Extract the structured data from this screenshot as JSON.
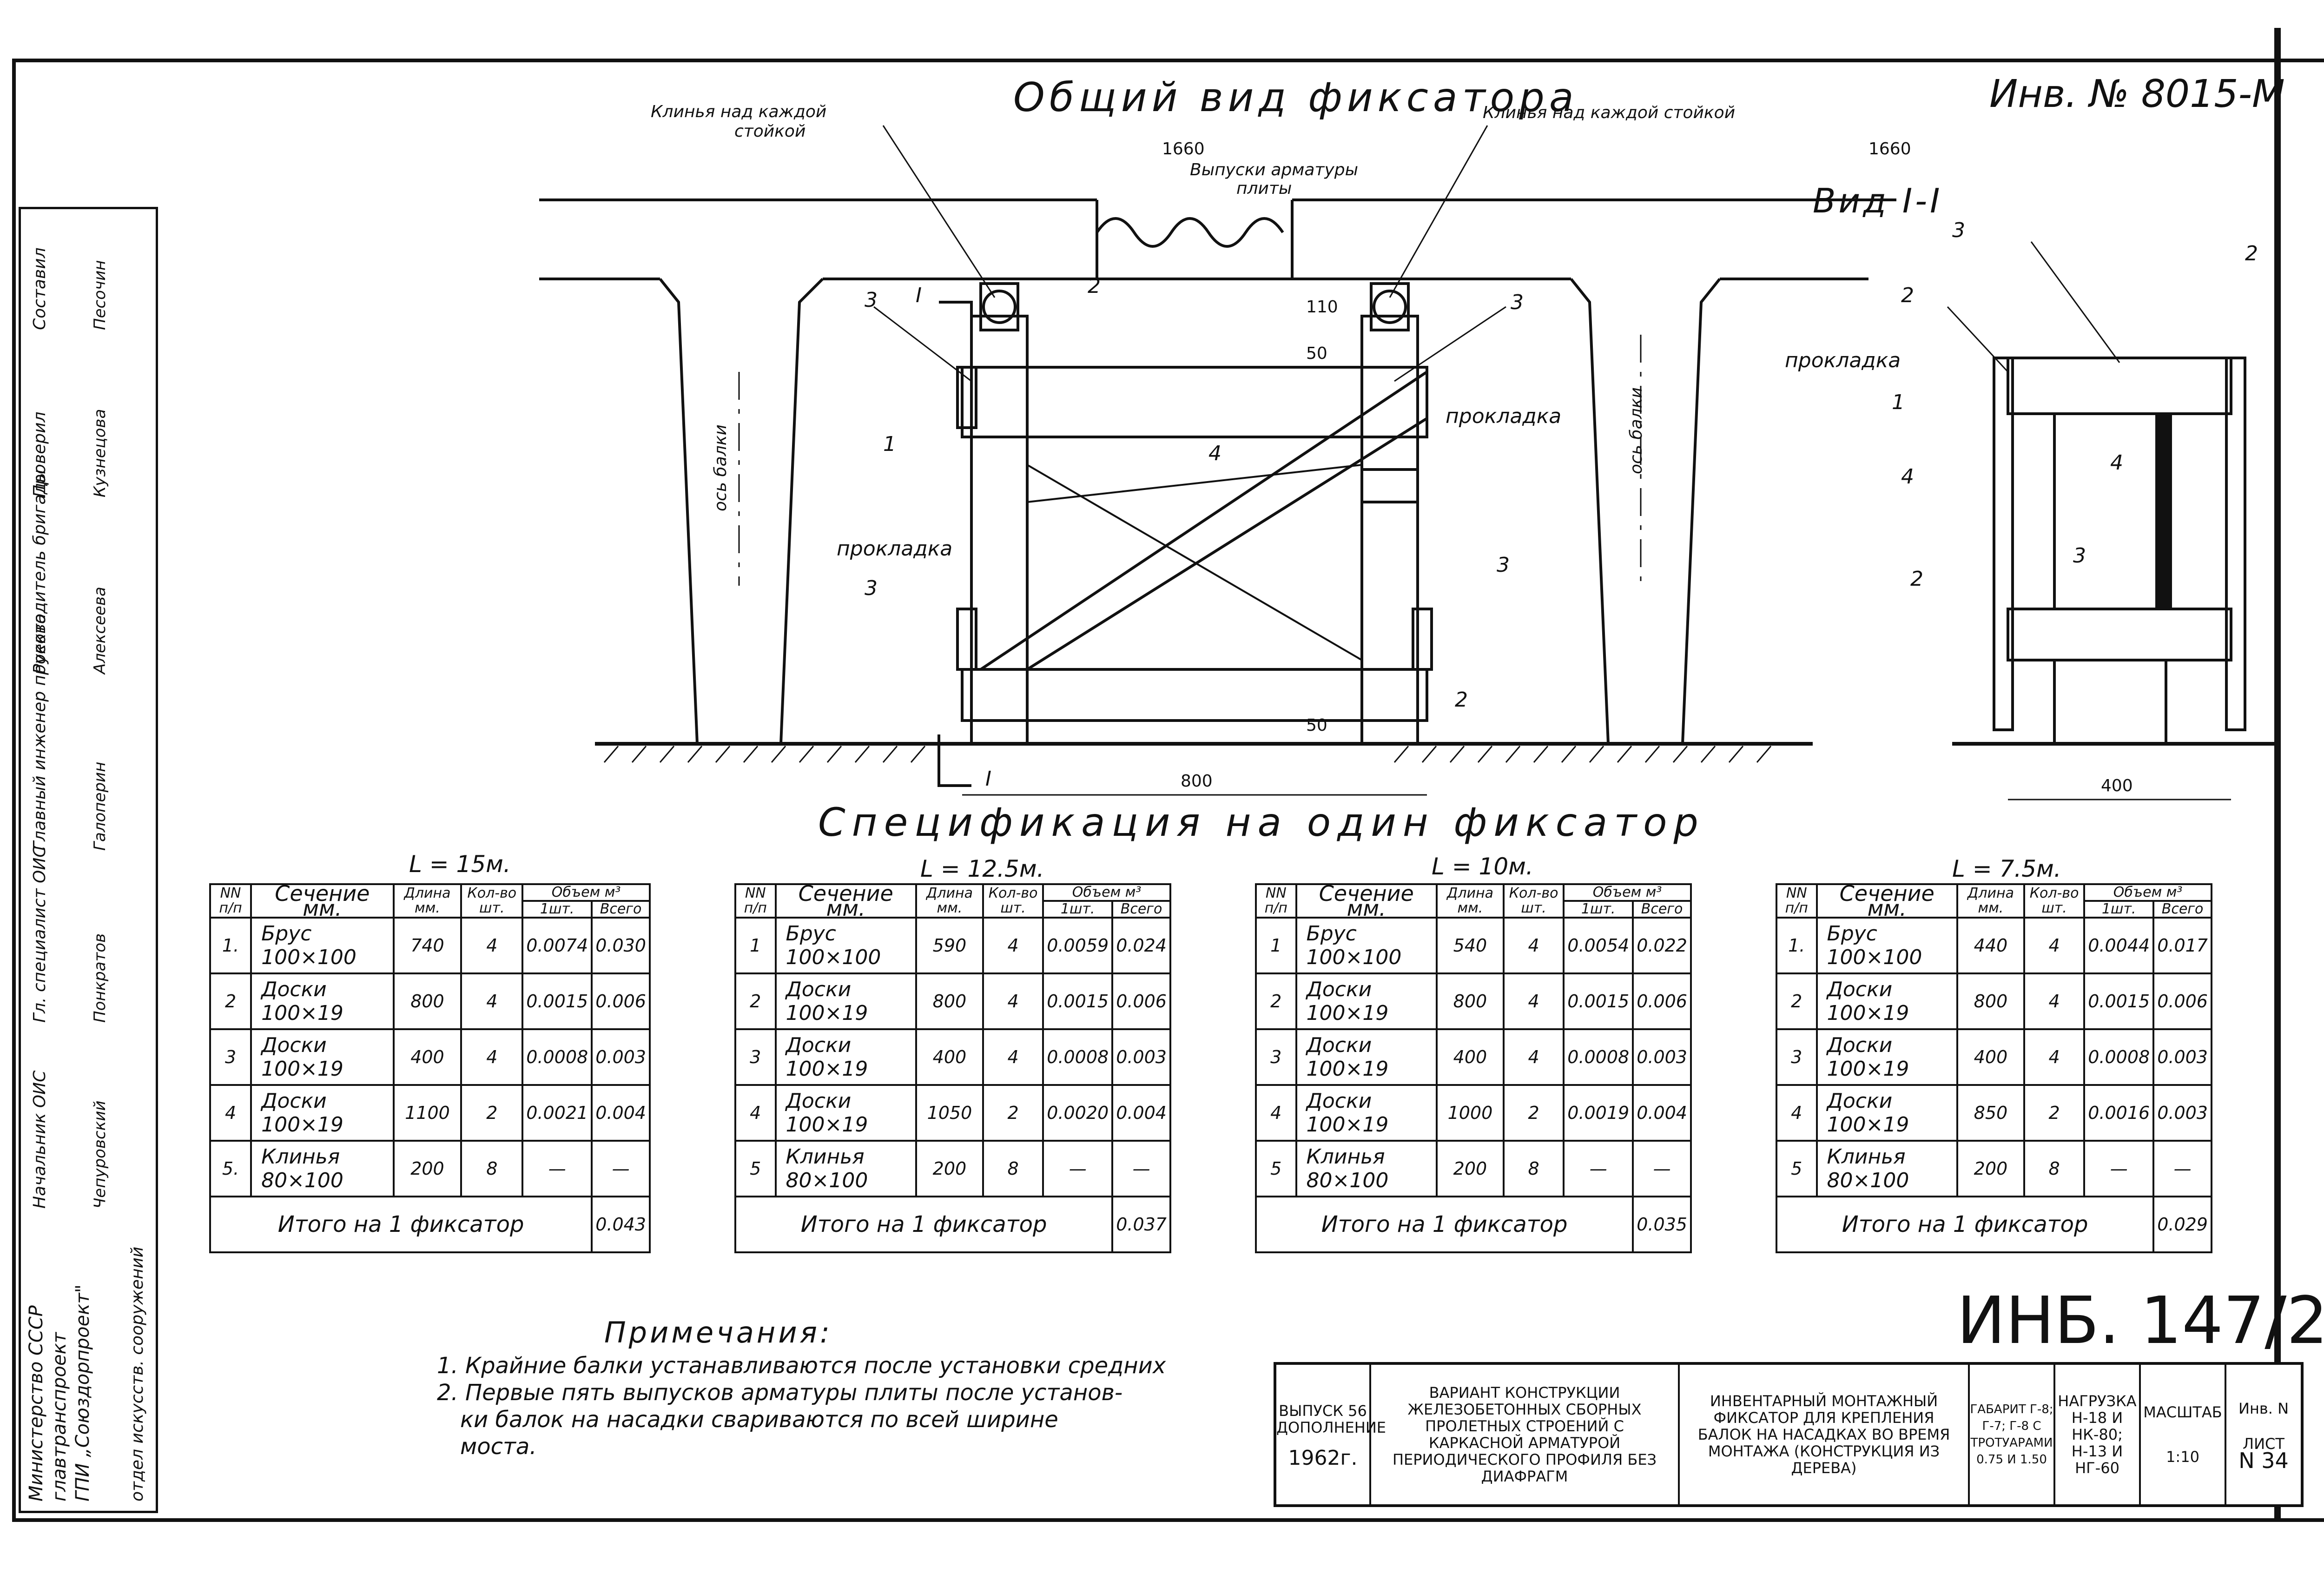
{
  "inventory": "Инв. № 8015-М",
  "title_general": "Общий вид фиксатора",
  "view_title": "Вид I-I",
  "drawing_labels": {
    "wedges_left": "Клинья над каждой",
    "wedges_left_2": "стойкой",
    "wedges_right": "Клинья над каждой стойкой",
    "rebar_outlets": "Выпуски арматуры",
    "rebar_outlets_2": "плиты",
    "dim_1660_left": "1660",
    "dim_1660_right": "1660",
    "beam_axis": "ось балки",
    "pad": "прокладка",
    "dim_800": "800",
    "dim_400": "400",
    "dim_110": "110",
    "dim_50a": "50",
    "dim_50b": "50",
    "section_mark": "I",
    "pos_1": "1",
    "pos_2": "2",
    "pos_3": "3",
    "pos_4": "4"
  },
  "spec_title": "Спецификация на один фиксатор",
  "spec_headers": {
    "no": "NN п/п",
    "section": "Сечение мм.",
    "length": "Длина мм.",
    "count": "Кол-во шт.",
    "volume": "Объем м³",
    "per_one": "1шт.",
    "total": "Всего"
  },
  "tables": [
    {
      "label": "L = 15м.",
      "rows": [
        {
          "n": "1.",
          "sec": "Брус 100×100",
          "len": "740",
          "cnt": "4",
          "one": "0.0074",
          "all": "0.030"
        },
        {
          "n": "2",
          "sec": "Доски 100×19",
          "len": "800",
          "cnt": "4",
          "one": "0.0015",
          "all": "0.006"
        },
        {
          "n": "3",
          "sec": "Доски 100×19",
          "len": "400",
          "cnt": "4",
          "one": "0.0008",
          "all": "0.003"
        },
        {
          "n": "4",
          "sec": "Доски 100×19",
          "len": "1100",
          "cnt": "2",
          "one": "0.0021",
          "all": "0.004"
        },
        {
          "n": "5.",
          "sec": "Клинья 80×100",
          "len": "200",
          "cnt": "8",
          "one": "—",
          "all": "—"
        }
      ],
      "total_label": "Итого на 1 фиксатор",
      "total_value": "0.043"
    },
    {
      "label": "L = 12.5м.",
      "rows": [
        {
          "n": "1",
          "sec": "Брус 100×100",
          "len": "590",
          "cnt": "4",
          "one": "0.0059",
          "all": "0.024"
        },
        {
          "n": "2",
          "sec": "Доски 100×19",
          "len": "800",
          "cnt": "4",
          "one": "0.0015",
          "all": "0.006"
        },
        {
          "n": "3",
          "sec": "Доски 100×19",
          "len": "400",
          "cnt": "4",
          "one": "0.0008",
          "all": "0.003"
        },
        {
          "n": "4",
          "sec": "Доски 100×19",
          "len": "1050",
          "cnt": "2",
          "one": "0.0020",
          "all": "0.004"
        },
        {
          "n": "5",
          "sec": "Клинья 80×100",
          "len": "200",
          "cnt": "8",
          "one": "—",
          "all": "—"
        }
      ],
      "total_label": "Итого на 1 фиксатор",
      "total_value": "0.037"
    },
    {
      "label": "L = 10м.",
      "rows": [
        {
          "n": "1",
          "sec": "Брус 100×100",
          "len": "540",
          "cnt": "4",
          "one": "0.0054",
          "all": "0.022"
        },
        {
          "n": "2",
          "sec": "Доски 100×19",
          "len": "800",
          "cnt": "4",
          "one": "0.0015",
          "all": "0.006"
        },
        {
          "n": "3",
          "sec": "Доски 100×19",
          "len": "400",
          "cnt": "4",
          "one": "0.0008",
          "all": "0.003"
        },
        {
          "n": "4",
          "sec": "Доски 100×19",
          "len": "1000",
          "cnt": "2",
          "one": "0.0019",
          "all": "0.004"
        },
        {
          "n": "5",
          "sec": "Клинья 80×100",
          "len": "200",
          "cnt": "8",
          "one": "—",
          "all": "—"
        }
      ],
      "total_label": "Итого на 1 фиксатор",
      "total_value": "0.035"
    },
    {
      "label": "L = 7.5м.",
      "rows": [
        {
          "n": "1.",
          "sec": "Брус 100×100",
          "len": "440",
          "cnt": "4",
          "one": "0.0044",
          "all": "0.017"
        },
        {
          "n": "2",
          "sec": "Доски 100×19",
          "len": "800",
          "cnt": "4",
          "one": "0.0015",
          "all": "0.006"
        },
        {
          "n": "3",
          "sec": "Доски 100×19",
          "len": "400",
          "cnt": "4",
          "one": "0.0008",
          "all": "0.003"
        },
        {
          "n": "4",
          "sec": "Доски 100×19",
          "len": "850",
          "cnt": "2",
          "one": "0.0016",
          "all": "0.003"
        },
        {
          "n": "5",
          "sec": "Клинья 80×100",
          "len": "200",
          "cnt": "8",
          "one": "—",
          "all": "—"
        }
      ],
      "total_label": "Итого на 1 фиксатор",
      "total_value": "0.029"
    }
  ],
  "notes": {
    "title": "Примечания:",
    "items": [
      "1. Крайние балки устанавливаются после установки средних",
      "2. Первые пять выпусков арматуры плиты после установ-",
      "ки балок на насадки свариваются по всей ширине",
      "моста."
    ]
  },
  "stamp_code": "ИНБ. 147/2",
  "stamp": {
    "issue": "ВЫПУСК 56 ДОПОЛНЕНИЕ",
    "year": "1962г.",
    "variant": "ВАРИАНТ КОНСТРУКЦИИ ЖЕЛЕЗОБЕТОННЫХ СБОРНЫХ ПРОЛЕТНЫХ СТРОЕНИЙ С КАРКАСНОЙ АРМАТУРОЙ ПЕРИОДИЧЕСКОГО ПРОФИЛЯ БЕЗ ДИАФРАГМ",
    "name": "ИНВЕНТАРНЫЙ МОНТАЖНЫЙ ФИКСАТОР ДЛЯ КРЕПЛЕНИЯ БАЛОК НА НАСАДКАХ ВО ВРЕМЯ МОНТАЖА (КОНСТРУКЦИЯ ИЗ ДЕРЕВА)",
    "gabarit": "ГАБАРИТ Г-8; Г-7; Г-8 С ТРОТУАРАМИ 0.75 И 1.50",
    "load": "НАГРУЗКА Н-18 И НК-80; Н-13 И НГ-60",
    "scale_label": "МАСШТАБ",
    "scale": "1:10",
    "inv_label": "Инв. N",
    "sheet_label": "ЛИСТ",
    "sheet_no": "N 34"
  },
  "signatures": {
    "org1": "Министерство СССР",
    "org2": "главтранспроект",
    "org3": "ГПИ „Союздорпроект\"",
    "dept": "отдел искусств. сооружений",
    "roles": [
      "Начальник ОИС",
      "Гл. специалист ОИС",
      "Главный инженер проекта",
      "Руководитель бригады",
      "Проверил",
      "Составил"
    ],
    "names": [
      "Чепуровский",
      "Понкратов",
      "Галоперин",
      "Алексеева",
      "Кузнецова",
      "Песочин"
    ]
  }
}
